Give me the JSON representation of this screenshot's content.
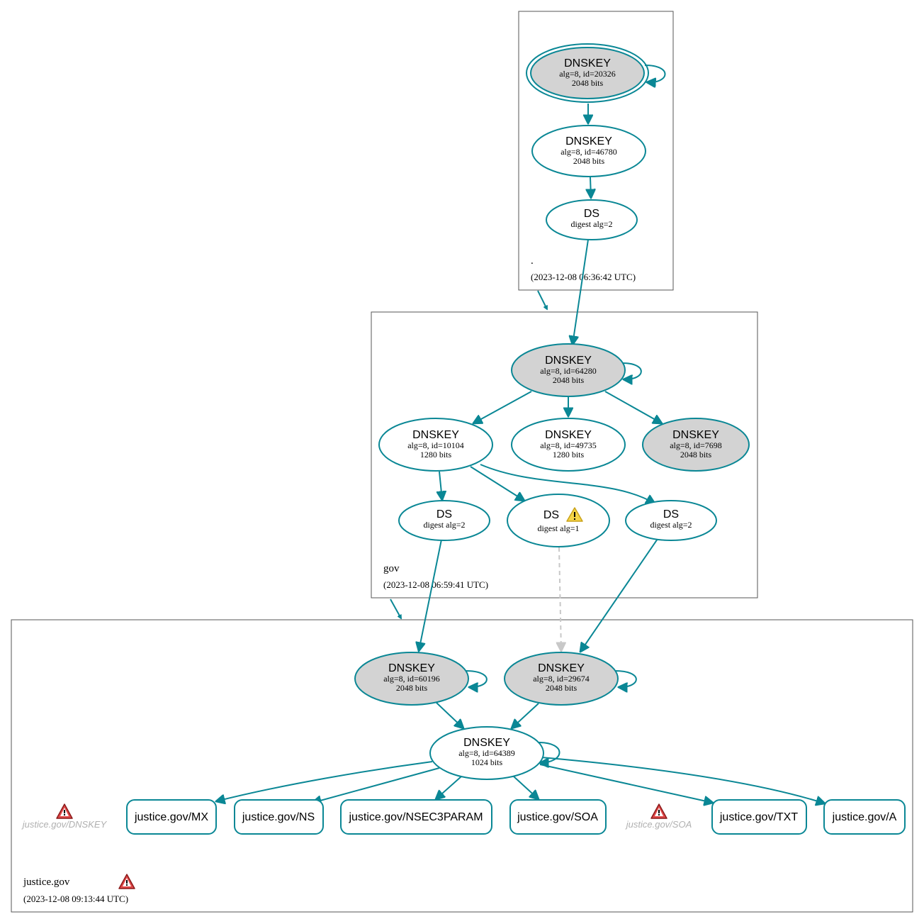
{
  "colors": {
    "edge": "#0a8795",
    "ksk_fill": "#d3d3d3",
    "insecure_edge": "#c8c8c8",
    "error": "#c0392b",
    "warning": "#f1c40f"
  },
  "zones": {
    "root": {
      "name": ".",
      "timestamp": "(2023-12-08 06:36:42 UTC)"
    },
    "gov": {
      "name": "gov",
      "timestamp": "(2023-12-08 06:59:41 UTC)"
    },
    "justice": {
      "name": "justice.gov",
      "timestamp": "(2023-12-08 09:13:44 UTC)"
    }
  },
  "nodes": {
    "root_ksk": {
      "title": "DNSKEY",
      "line1": "alg=8, id=20326",
      "line2": "2048 bits"
    },
    "root_zsk": {
      "title": "DNSKEY",
      "line1": "alg=8, id=46780",
      "line2": "2048 bits"
    },
    "root_ds": {
      "title": "DS",
      "line1": "digest alg=2"
    },
    "gov_ksk": {
      "title": "DNSKEY",
      "line1": "alg=8, id=64280",
      "line2": "2048 bits"
    },
    "gov_zsk1": {
      "title": "DNSKEY",
      "line1": "alg=8, id=10104",
      "line2": "1280 bits"
    },
    "gov_zsk2": {
      "title": "DNSKEY",
      "line1": "alg=8, id=49735",
      "line2": "1280 bits"
    },
    "gov_ksk2": {
      "title": "DNSKEY",
      "line1": "alg=8, id=7698",
      "line2": "2048 bits"
    },
    "gov_ds1": {
      "title": "DS",
      "line1": "digest alg=2"
    },
    "gov_ds2": {
      "title": "DS",
      "line1": "digest alg=1"
    },
    "gov_ds3": {
      "title": "DS",
      "line1": "digest alg=2"
    },
    "jg_ksk1": {
      "title": "DNSKEY",
      "line1": "alg=8, id=60196",
      "line2": "2048 bits"
    },
    "jg_ksk2": {
      "title": "DNSKEY",
      "line1": "alg=8, id=29674",
      "line2": "2048 bits"
    },
    "jg_zsk": {
      "title": "DNSKEY",
      "line1": "alg=8, id=64389",
      "line2": "1024 bits"
    }
  },
  "rrsets": {
    "mx": "justice.gov/MX",
    "ns": "justice.gov/NS",
    "nsec3param": "justice.gov/NSEC3PARAM",
    "soa": "justice.gov/SOA",
    "txt": "justice.gov/TXT",
    "a": "justice.gov/A"
  },
  "errors": {
    "dnskey": "justice.gov/DNSKEY",
    "soa": "justice.gov/SOA"
  }
}
